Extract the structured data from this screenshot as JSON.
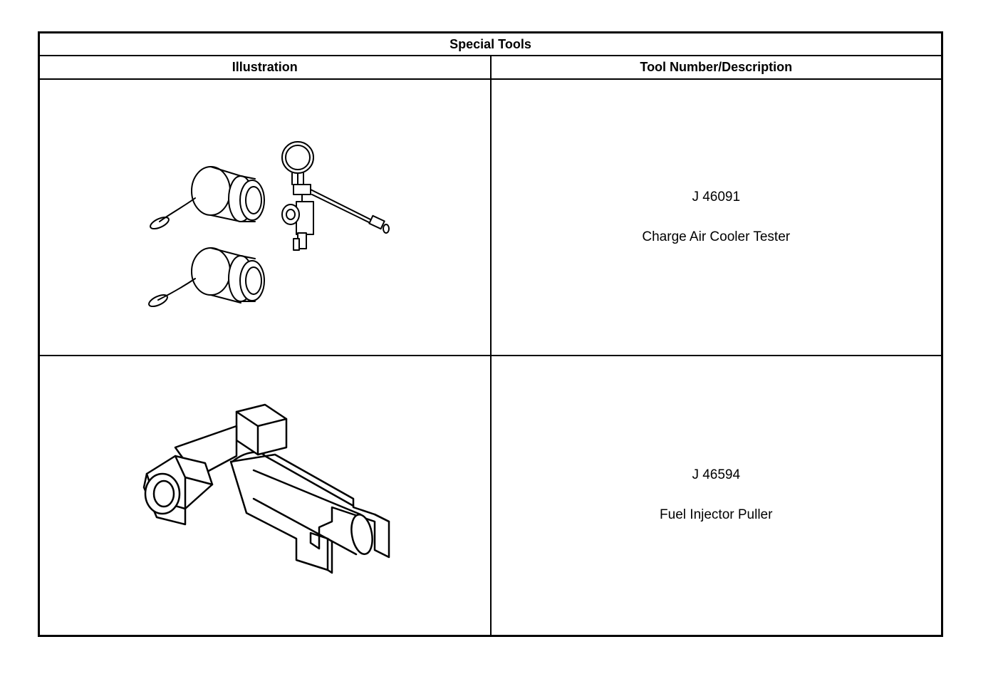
{
  "table": {
    "title": "Special Tools",
    "headers": {
      "illustration": "Illustration",
      "description": "Tool Number/Description"
    },
    "rows": [
      {
        "tool_number": "J 46091",
        "description": "Charge Air Cooler Tester",
        "illustration_icon": "charge-air-cooler-tester-icon"
      },
      {
        "tool_number": "J 46594",
        "description": "Fuel Injector Puller",
        "illustration_icon": "fuel-injector-puller-icon"
      }
    ]
  }
}
